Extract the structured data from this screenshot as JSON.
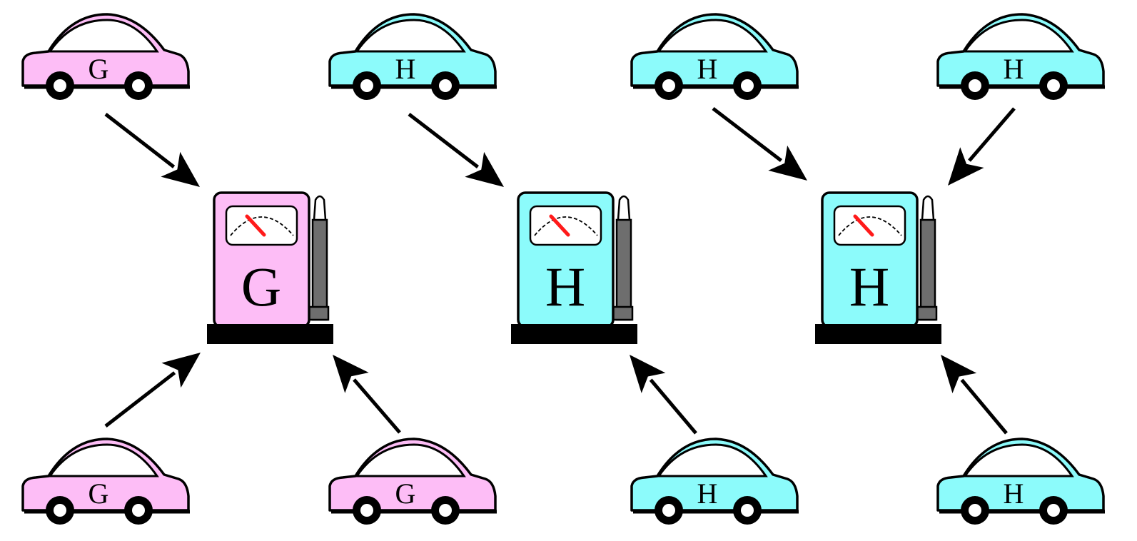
{
  "colors": {
    "gasoline": "#fdbdf6",
    "hydrogen": "#8cfbfb",
    "ink": "#000000",
    "needle": "#ff1a1a",
    "hose": "#6e6e6e"
  },
  "stations": [
    {
      "id": "station-1",
      "letter": "G",
      "fuel": "gasoline"
    },
    {
      "id": "station-2",
      "letter": "H",
      "fuel": "hydrogen"
    },
    {
      "id": "station-3",
      "letter": "H",
      "fuel": "hydrogen"
    }
  ],
  "cars": [
    {
      "id": "car-1",
      "letter": "G",
      "fuel": "gasoline",
      "goes_to": "station-1"
    },
    {
      "id": "car-2",
      "letter": "H",
      "fuel": "hydrogen",
      "goes_to": "station-2"
    },
    {
      "id": "car-3",
      "letter": "H",
      "fuel": "hydrogen",
      "goes_to": "station-3"
    },
    {
      "id": "car-4",
      "letter": "H",
      "fuel": "hydrogen",
      "goes_to": "station-3"
    },
    {
      "id": "car-5",
      "letter": "G",
      "fuel": "gasoline",
      "goes_to": "station-1"
    },
    {
      "id": "car-6",
      "letter": "G",
      "fuel": "gasoline",
      "goes_to": "station-1"
    },
    {
      "id": "car-7",
      "letter": "H",
      "fuel": "hydrogen",
      "goes_to": "station-2"
    },
    {
      "id": "car-8",
      "letter": "H",
      "fuel": "hydrogen",
      "goes_to": "station-3"
    }
  ]
}
